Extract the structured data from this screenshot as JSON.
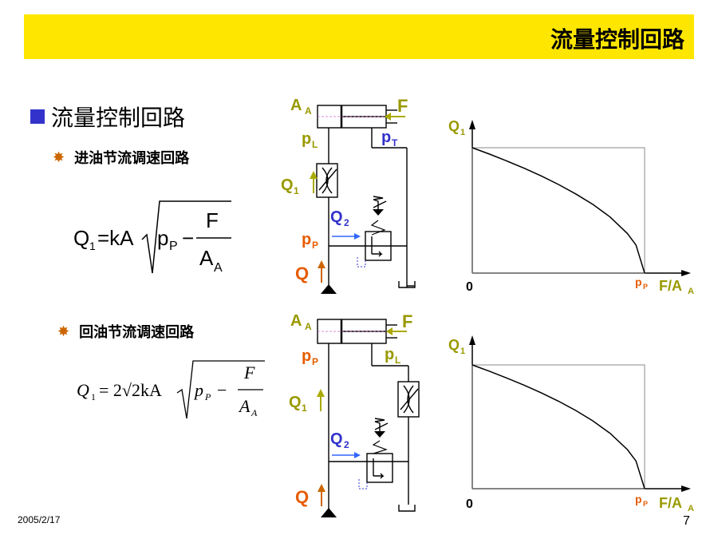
{
  "banner": {
    "title": "流量控制回路",
    "color": "#ffe600"
  },
  "heading": "流量控制回路",
  "section1": {
    "title": "进油节流调速回路",
    "formula": {
      "lhs": "Q",
      "lhs_sub": "1",
      "eq": "=kA",
      "p": "p",
      "p_sub": "P",
      "minus": "−",
      "num": "F",
      "den": "A",
      "den_sub": "A"
    },
    "circuit": {
      "AA": "A",
      "AA_sub": "A",
      "F": "F",
      "pL": "p",
      "pL_sub": "L",
      "pT": "p",
      "pT_sub": "T",
      "Q1": "Q",
      "Q1_sub": "1",
      "Q2": "Q",
      "Q2_sub": "2",
      "pP": "p",
      "pP_sub": "P",
      "Q": "Q"
    },
    "chart": {
      "ylabel": "Q",
      "ylabel_sub": "1",
      "origin": "0",
      "pp": "p",
      "pp_sub": "P",
      "xlabel": "F/A",
      "xlabel_sub": "A"
    }
  },
  "section2": {
    "title": "回油节流调速回路",
    "formula": {
      "lhs": "Q",
      "lhs_sub": "1",
      "eq": "= 2√2kA",
      "p": "p",
      "p_sub": "P",
      "minus": "−",
      "num": "F",
      "den": "A",
      "den_sub": "A"
    },
    "circuit": {
      "AA": "A",
      "AA_sub": "A",
      "F": "F",
      "pP": "p",
      "pP_sub": "P",
      "pL": "p",
      "pL_sub": "L",
      "Q1": "Q",
      "Q1_sub": "1",
      "Q2": "Q",
      "Q2_sub": "2",
      "Q": "Q"
    },
    "chart": {
      "ylabel": "Q",
      "ylabel_sub": "1",
      "origin": "0",
      "pp": "p",
      "pp_sub": "P",
      "xlabel": "F/A",
      "xlabel_sub": "A"
    }
  },
  "chart_data": [
    {
      "type": "line",
      "title": "",
      "xlabel": "F/A_A",
      "ylabel": "Q_1",
      "x": [
        0,
        0.1,
        0.2,
        0.3,
        0.4,
        0.5,
        0.6,
        0.7,
        0.8,
        0.9,
        0.95,
        1.0
      ],
      "values": [
        1,
        0.949,
        0.894,
        0.837,
        0.775,
        0.707,
        0.632,
        0.548,
        0.447,
        0.316,
        0.224,
        0
      ]
    },
    {
      "type": "line",
      "title": "",
      "xlabel": "F/A_A",
      "ylabel": "Q_1",
      "x": [
        0,
        0.1,
        0.2,
        0.3,
        0.4,
        0.5,
        0.6,
        0.7,
        0.8,
        0.9,
        0.95,
        1.0
      ],
      "values": [
        1,
        0.949,
        0.894,
        0.837,
        0.775,
        0.707,
        0.632,
        0.548,
        0.447,
        0.316,
        0.224,
        0
      ]
    }
  ],
  "footer": {
    "date": "2005/2/17",
    "page": "7"
  }
}
